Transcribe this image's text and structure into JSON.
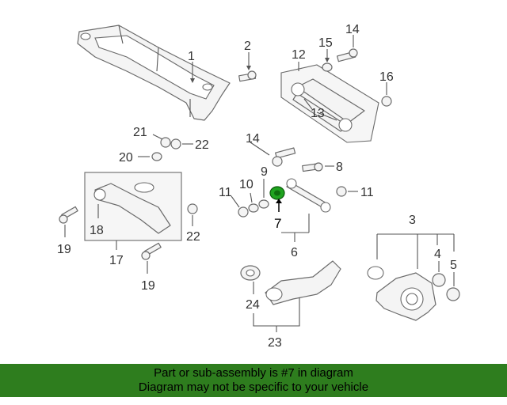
{
  "callouts": {
    "c1": "1",
    "c2": "2",
    "c3": "3",
    "c4": "4",
    "c5": "5",
    "c6": "6",
    "c7": "7",
    "c8": "8",
    "c9": "9",
    "c10": "10",
    "c11a": "11",
    "c11b": "11",
    "c12": "12",
    "c13": "13",
    "c14a": "14",
    "c14b": "14",
    "c15": "15",
    "c16": "16",
    "c17": "17",
    "c18": "18",
    "c19a": "19",
    "c19b": "19",
    "c20": "20",
    "c21": "21",
    "c22a": "22",
    "c22b": "22",
    "c23": "23",
    "c24": "24"
  },
  "banner": {
    "line1": "Part or sub-assembly is #7 in diagram",
    "line2": "Diagram may not be specific to your vehicle"
  },
  "colors": {
    "banner_bg": "#2e7d1e",
    "highlight_part": "#1fa31f"
  }
}
